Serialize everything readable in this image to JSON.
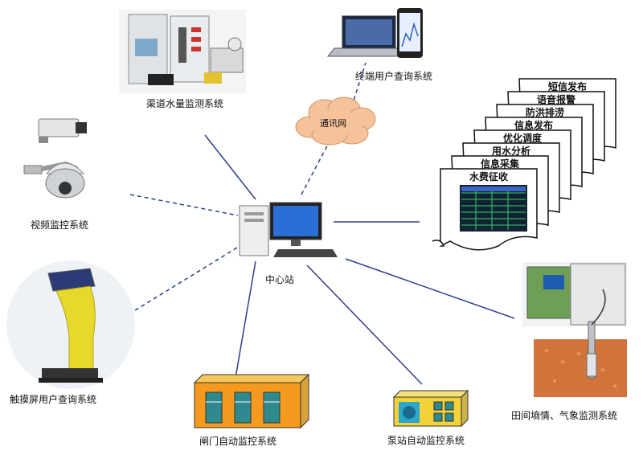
{
  "nodes": {
    "channel": "渠道水量监测系统",
    "terminal": "终端用户查询系统",
    "cloud": "通讯网",
    "video": "视频监控系统",
    "center": "中心站",
    "touch": "触摸屏用户查询系统",
    "gate": "闸门自动监控系统",
    "pump": "泵站自动监控系统",
    "field": "田间墒情、气象监测系统"
  },
  "modules": [
    "短信发布",
    "语音报警",
    "防洪排涝",
    "信息发布",
    "优化调度",
    "用水分析",
    "信息采集",
    "水费征收"
  ]
}
